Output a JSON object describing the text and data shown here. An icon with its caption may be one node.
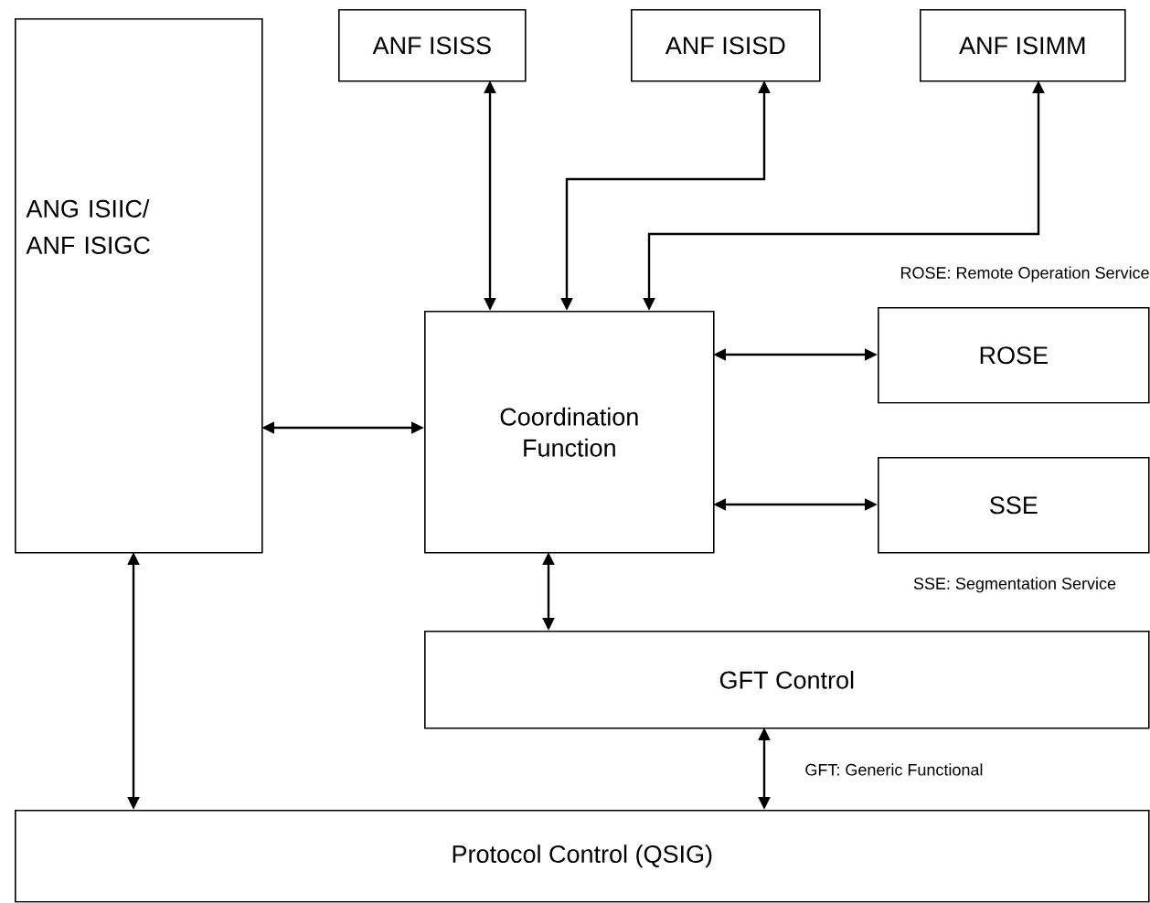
{
  "diagram": {
    "nodes": [
      {
        "text": [
          "ANF ISISS"
        ]
      },
      {
        "text": [
          "ANF ISISD"
        ]
      },
      {
        "text": [
          "ANF ISIMM"
        ]
      },
      {
        "text": [
          "ANG ISIIC/ ANF ISIGC"
        ]
      },
      {
        "text": [
          "Coordination Function"
        ]
      },
      {
        "text": [
          "ROSE"
        ]
      },
      {
        "text": [
          "SSE"
        ]
      },
      {
        "text": [
          "GFT Control"
        ]
      },
      {
        "text": [
          "Protocol Control (QSIG)"
        ]
      }
    ],
    "edges": [
      {
        "from": 0,
        "to": 4,
        "arrow": "both"
      },
      {
        "from": 1,
        "to": 4,
        "arrow": "both"
      },
      {
        "from": 2,
        "to": 4,
        "arrow": "both"
      },
      {
        "from": 3,
        "to": 4,
        "arrow": "both"
      },
      {
        "from": 4,
        "to": 5,
        "arrow": "both"
      },
      {
        "from": 4,
        "to": 6,
        "arrow": "both"
      },
      {
        "from": 4,
        "to": 7,
        "arrow": "both"
      },
      {
        "from": 7,
        "to": 8,
        "arrow": "both"
      },
      {
        "from": 3,
        "to": 8,
        "arrow": "both"
      }
    ],
    "labels": [
      "ROSE: Remote Operation Service",
      "SSE: Segmentation Service",
      "GFT: Generic Functional"
    ]
  }
}
